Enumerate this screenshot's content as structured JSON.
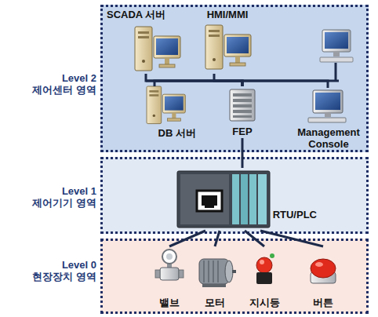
{
  "diagram": {
    "nodes": [
      {
        "text": [
          "Level 2",
          "제어센터 영역"
        ]
      },
      {
        "text": [
          "SCADA 서버"
        ],
        "in": 0
      },
      {
        "text": [
          "HMI/MMI"
        ],
        "in": 0
      },
      {
        "text": [
          "DB 서버"
        ],
        "in": 0
      },
      {
        "text": [
          "FEP"
        ],
        "in": 0
      },
      {
        "text": [
          "Management Console"
        ],
        "in": 0
      },
      {
        "text": [
          "Level 1",
          "제어기기 영역"
        ]
      },
      {
        "text": [
          "RTU/PLC"
        ],
        "in": 6
      },
      {
        "text": [
          "Level 0",
          "현장장치 영역"
        ]
      },
      {
        "text": [
          "밸브"
        ],
        "in": 8
      },
      {
        "text": [
          "모터"
        ],
        "in": 8
      },
      {
        "text": [
          "지시등"
        ],
        "in": 8
      },
      {
        "text": [
          "버튼"
        ],
        "in": 8
      }
    ],
    "edges": [
      {
        "from": 1,
        "to": 4,
        "arrow": "none"
      },
      {
        "from": 2,
        "to": 4,
        "arrow": "none"
      },
      {
        "from": 3,
        "to": 4,
        "arrow": "none"
      },
      {
        "from": 5,
        "to": 4,
        "arrow": "none"
      },
      {
        "from": 4,
        "to": 7,
        "arrow": "none"
      },
      {
        "from": 7,
        "to": 9,
        "arrow": "none"
      },
      {
        "from": 7,
        "to": 10,
        "arrow": "none"
      },
      {
        "from": 7,
        "to": 11,
        "arrow": "none"
      },
      {
        "from": 7,
        "to": 12,
        "arrow": "none"
      }
    ]
  }
}
